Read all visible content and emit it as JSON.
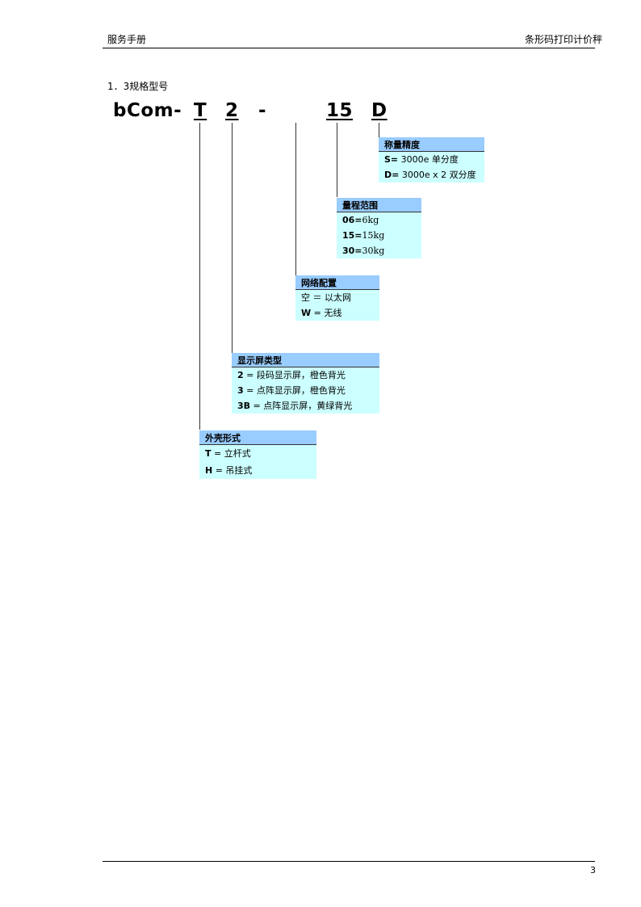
{
  "header": {
    "left": "服务手册",
    "right": "条形码打印计价秤"
  },
  "section_title": "1．3规格型号",
  "model_code": {
    "prefix": "bCom-",
    "form": "T",
    "display": "2",
    "dash": "-",
    "range": "15",
    "precision": "D"
  },
  "boxes": {
    "precision": {
      "title": "称量精度",
      "rows": [
        {
          "code": "S=",
          "text": " 3000e 单分度"
        },
        {
          "code": "D=",
          "text": " 3000e x 2 双分度"
        }
      ]
    },
    "range": {
      "title": "量程范围",
      "rows": [
        {
          "code": "06=",
          "text": "6kg"
        },
        {
          "code": "15=",
          "text": "15kg"
        },
        {
          "code": "30=",
          "text": "30kg"
        }
      ]
    },
    "network": {
      "title": "网络配置",
      "rows": [
        {
          "code": "",
          "text": "空 ＝ 以太网"
        },
        {
          "code": "W",
          "text": " = 无线"
        }
      ]
    },
    "display": {
      "title": "显示屏类型",
      "rows": [
        {
          "code": "2",
          "text": " = 段码显示屏，橙色背光"
        },
        {
          "code": "3",
          "text": " = 点阵显示屏，橙色背光"
        },
        {
          "code": "3B",
          "text": " = 点阵显示屏，黄绿背光"
        }
      ]
    },
    "form": {
      "title": "外壳形式",
      "rows": [
        {
          "code": "T",
          "text": " = 立杆式"
        },
        {
          "code": "H",
          "text": " = 吊挂式"
        }
      ]
    }
  },
  "page_number": "3"
}
